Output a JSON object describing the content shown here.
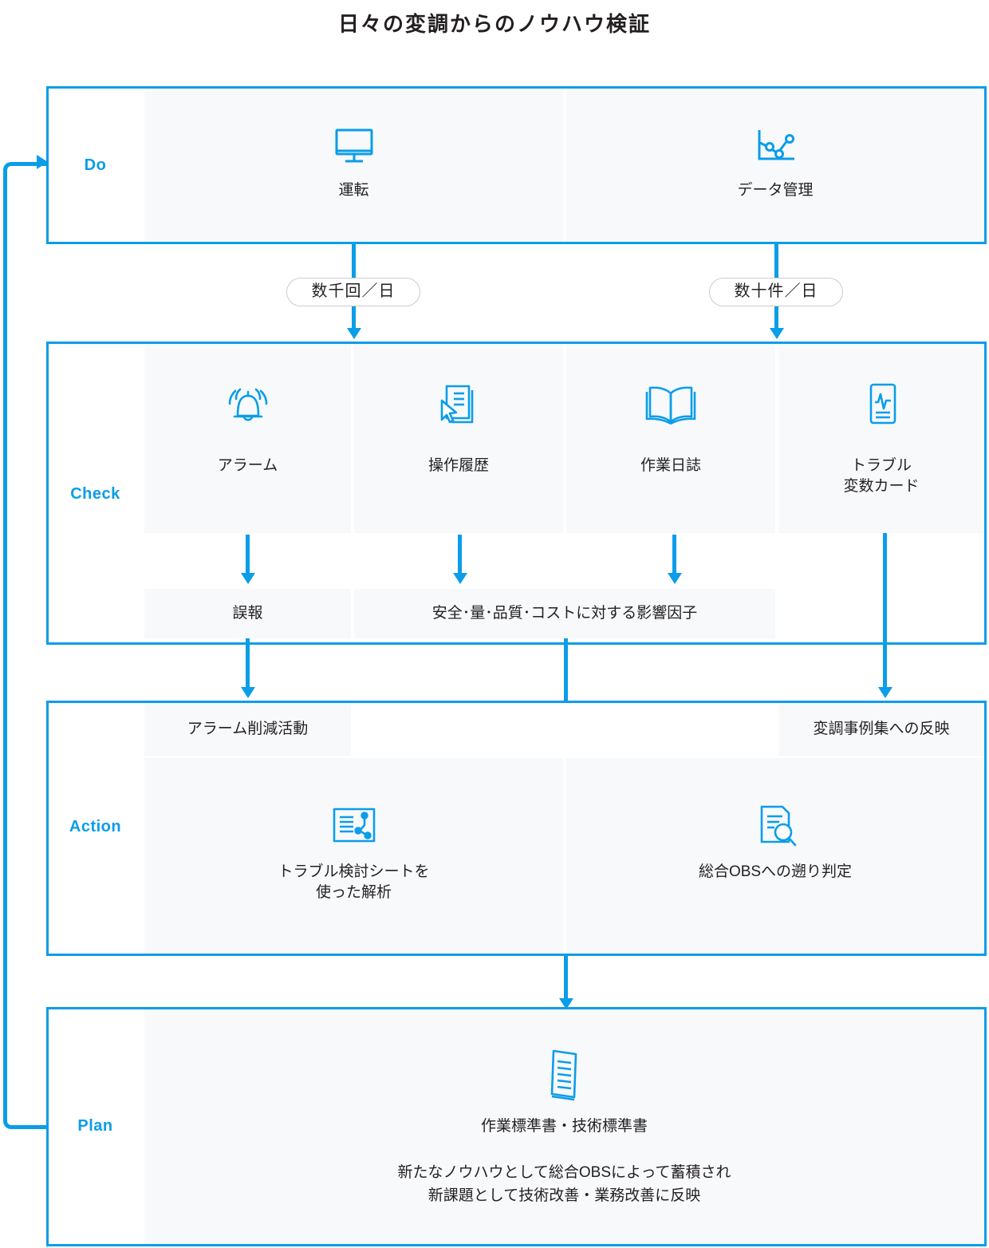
{
  "title": "日々の変調からのノウハウ検証",
  "colors": {
    "accent": "#0b9de8",
    "cell_fill": "#f7f9fb",
    "text": "#231f20",
    "pill_border": "#c9ccce"
  },
  "rows": [
    {
      "key": "do",
      "label": "Do",
      "cells": [
        {
          "icon": "monitor-icon",
          "label": "運転"
        },
        {
          "icon": "line-chart-icon",
          "label": "データ管理"
        }
      ]
    },
    {
      "key": "check",
      "label": "Check",
      "cells": [
        {
          "icon": "bell-icon",
          "label": "アラーム"
        },
        {
          "icon": "document-cursor-icon",
          "label": "操作履歴"
        },
        {
          "icon": "open-book-icon",
          "label": "作業日誌"
        },
        {
          "icon": "waveform-card-icon",
          "label": "トラブル\n変数カード"
        }
      ],
      "outcomes": [
        {
          "label": "誤報"
        },
        {
          "label": "安全･量･品質･コストに対する影響因子"
        }
      ]
    },
    {
      "key": "action",
      "label": "Action",
      "bands": [
        {
          "label": "アラーム削減活動"
        },
        {
          "label": "変調事例集への反映"
        }
      ],
      "cells": [
        {
          "icon": "analysis-sheet-icon",
          "label": "トラブル検討シートを\n使った解析"
        },
        {
          "icon": "document-search-icon",
          "label": "総合OBSへの遡り判定"
        }
      ]
    },
    {
      "key": "plan",
      "label": "Plan",
      "cells": [
        {
          "icon": "standard-document-icon",
          "label": "作業標準書・技術標準書",
          "sublabel": "新たなノウハウとして総合OBSによって蓄積され\n新課題として技術改善・業務改善に反映"
        }
      ]
    }
  ],
  "connectors": {
    "pills": [
      {
        "label": "数千回／日"
      },
      {
        "label": "数十件／日"
      }
    ]
  }
}
